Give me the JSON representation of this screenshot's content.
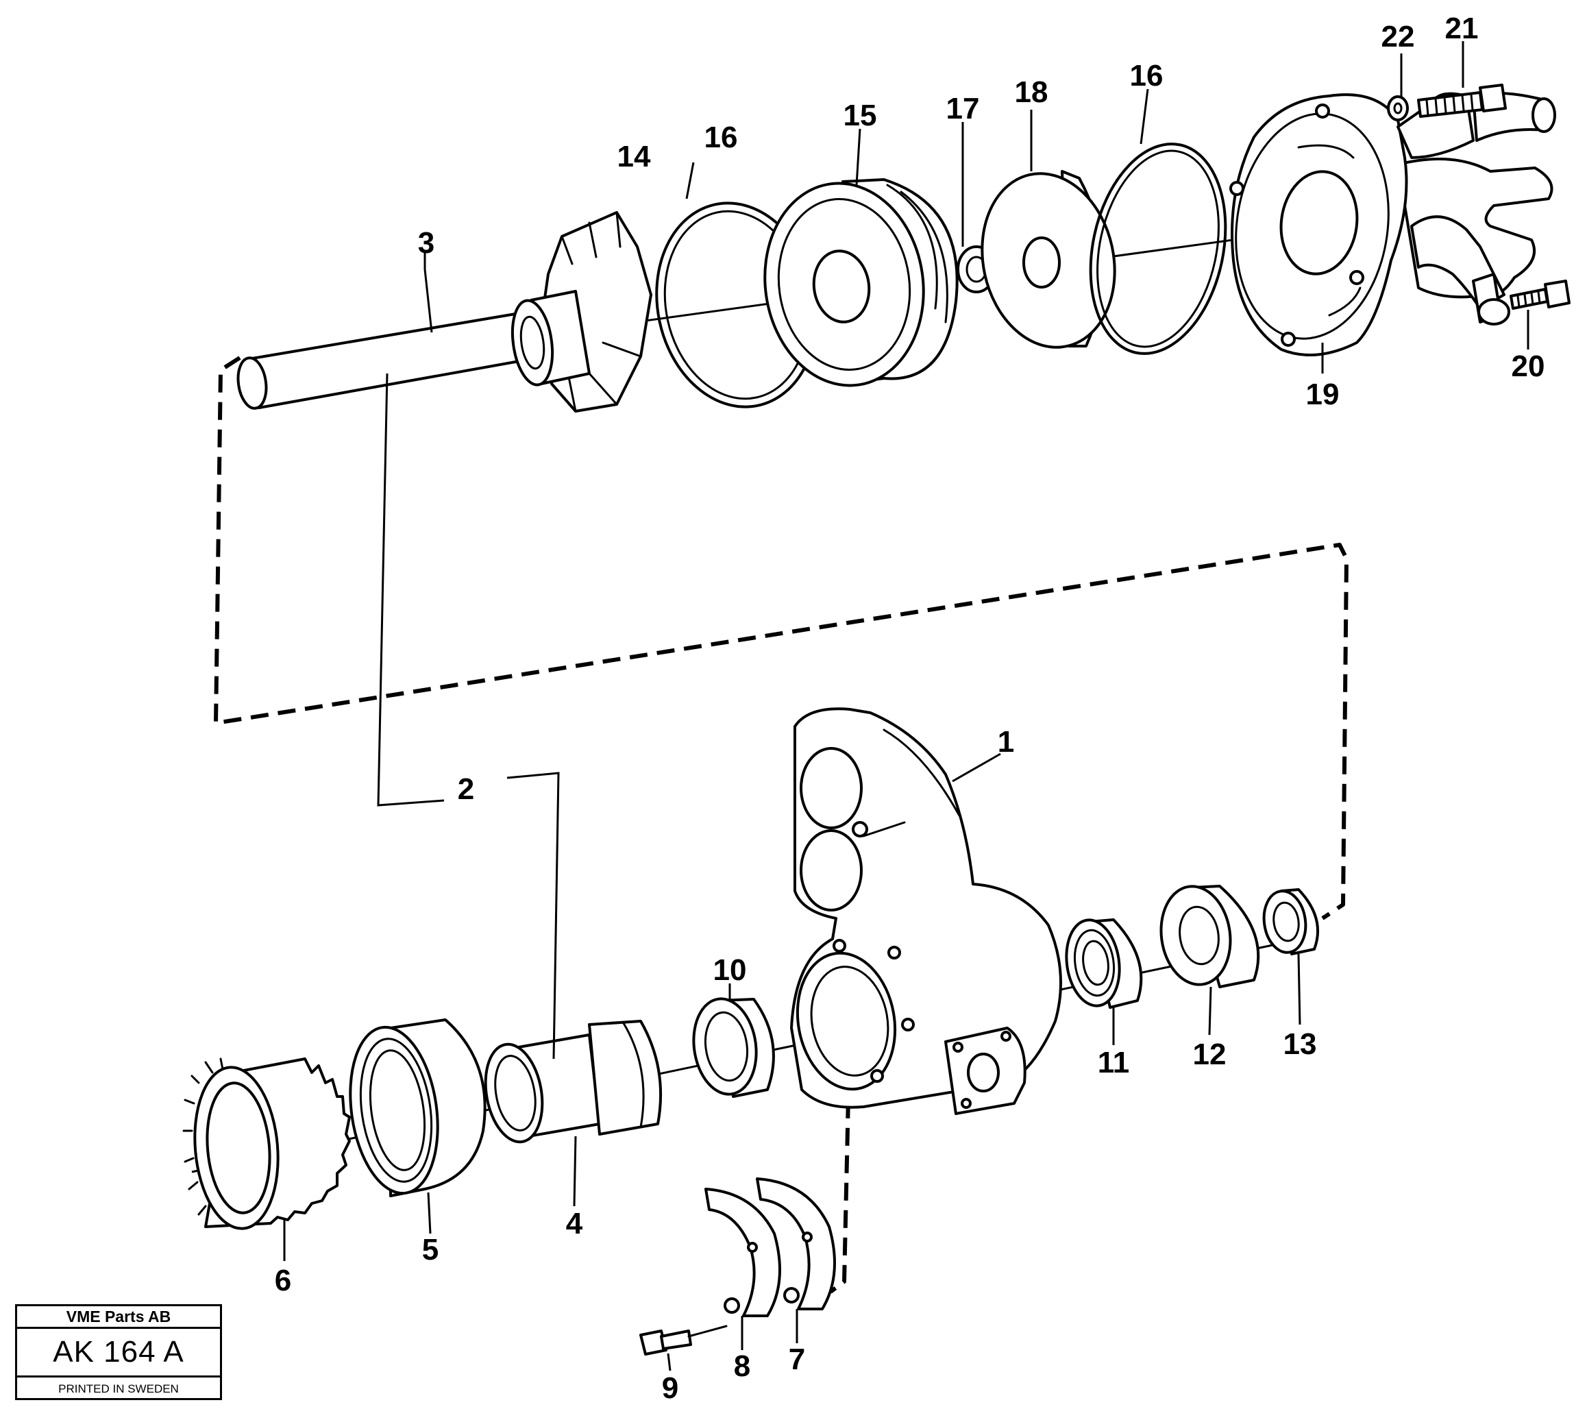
{
  "title_block": {
    "company": "VME Parts AB",
    "code": "AK 164 A",
    "printed": "PRINTED IN SWEDEN"
  },
  "callouts": {
    "n1": "1",
    "n2": "2",
    "n3": "3",
    "n4": "4",
    "n5": "5",
    "n6": "6",
    "n7": "7",
    "n8": "8",
    "n9": "9",
    "n10": "10",
    "n11": "11",
    "n12": "12",
    "n13": "13",
    "n14": "14",
    "n15": "15",
    "n16a": "16",
    "n16b": "16",
    "n17": "17",
    "n18": "18",
    "n19": "19",
    "n20": "20",
    "n21": "21",
    "n22": "22"
  }
}
